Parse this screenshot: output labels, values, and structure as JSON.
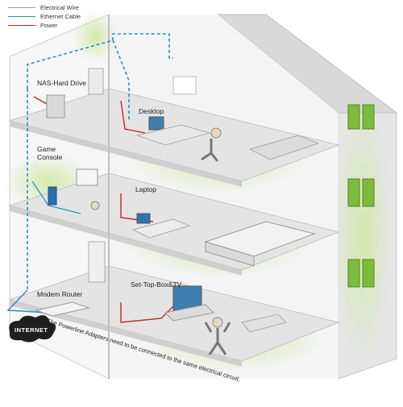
{
  "legend": {
    "electrical": {
      "label": "Electrical Wire",
      "color": "#9a9a9a"
    },
    "ethernet": {
      "label": "Ethernet Cable",
      "color": "#2a8fbd"
    },
    "power": {
      "label": "Power",
      "color": "#c1272d"
    }
  },
  "rooms": {
    "nas": "NAS-Hard Drive",
    "desktop": "Desktop",
    "game": "Game Console",
    "laptop": "Laptop",
    "router": "Modem Router",
    "settop": "Set-Top-Box&TV"
  },
  "internet": "INTERNET",
  "footnote": "* The Powerline Adapters need to be connected to the same electrical circuit.",
  "colors": {
    "glow": "#d6ecb0",
    "wall": "#ececec",
    "floor": "#e2e2e2",
    "window": "#7dbb3c"
  }
}
